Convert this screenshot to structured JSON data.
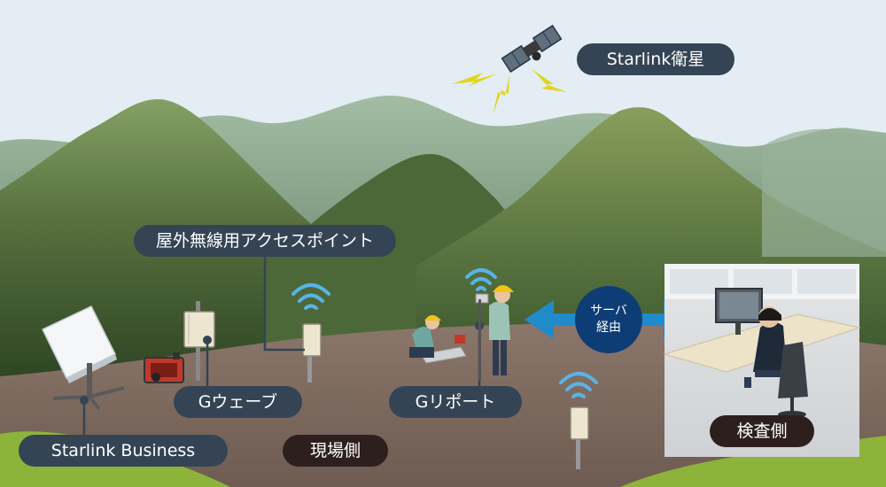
{
  "labels": {
    "satellite": "Starlink衛星",
    "outdoor_ap": "屋外無線用アクセスポイント",
    "starlink_business": "Starlink Business",
    "g_wave": "Gウェーブ",
    "g_report": "Gリポート",
    "site_side": "現場側",
    "inspection_side": "検査側",
    "server_line1": "サーバ",
    "server_line2": "経由"
  },
  "colors": {
    "sky": "#e3edf3",
    "mountain_far": "#8aa78c",
    "mountain_near": "#4e6a3a",
    "ground": "#7e6a5f",
    "grass": "#8db33a",
    "label_navy": "#344454",
    "label_brown": "#2e1f1f",
    "arrow_blue": "#1f8bcb",
    "server_circle": "#0e3d76",
    "wifi_blue": "#59b3e6",
    "lightning": "#e3d41a"
  },
  "icons": [
    "satellite-icon",
    "lightning-icon",
    "wifi-icon",
    "starlink-dish-icon",
    "generator-icon",
    "g-wave-device-icon",
    "access-point-icon",
    "worker-icon",
    "g-report-terminal-icon",
    "inspector-at-desk-icon"
  ]
}
